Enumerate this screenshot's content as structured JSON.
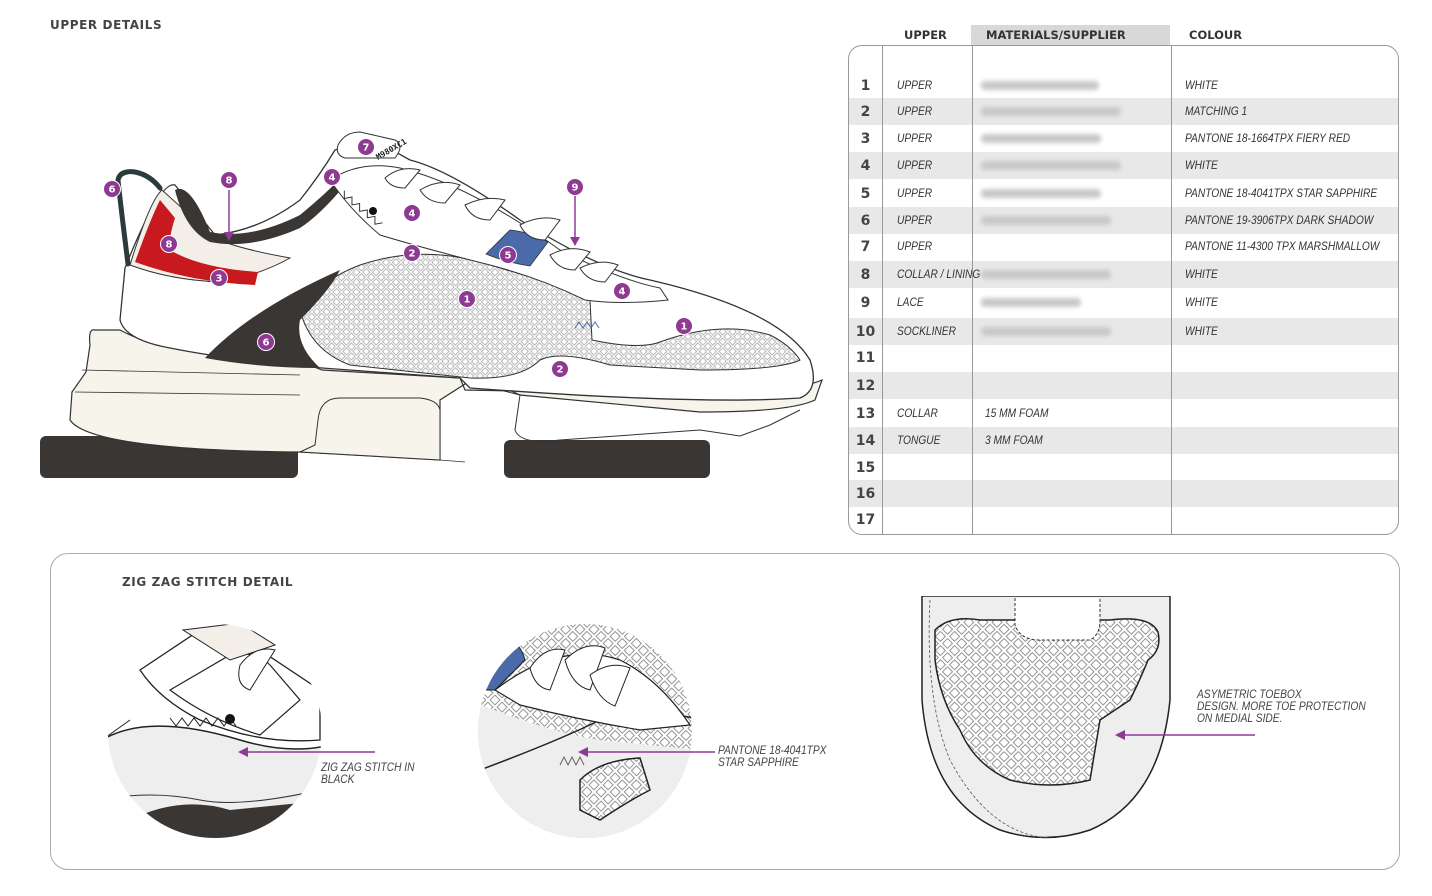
{
  "upper_title": "UPPER DETAILS",
  "stitch_title": "ZIG ZAG STITCH DETAIL",
  "colors": {
    "accent": "#8e3a93",
    "red": "#c8191e",
    "blue": "#4a6aa9",
    "dark": "#3a3634",
    "cream": "#f7f4ec",
    "mesh": "#eeeeee"
  },
  "table": {
    "headers": {
      "upper": "UPPER",
      "materials": "MATERIALS/SUPPLIER",
      "colour": "COLOUR"
    },
    "rows": [
      {
        "num": "1",
        "part": "UPPER",
        "material": "",
        "colour": "WHITE",
        "redacted": true
      },
      {
        "num": "2",
        "part": "UPPER",
        "material": "",
        "colour": "MATCHING 1",
        "redacted": true
      },
      {
        "num": "3",
        "part": "UPPER",
        "material": "",
        "colour": "PANTONE 18-1664TPX FIERY RED",
        "redacted": true
      },
      {
        "num": "4",
        "part": "UPPER",
        "material": "",
        "colour": "WHITE",
        "redacted": true
      },
      {
        "num": "5",
        "part": "UPPER",
        "material": "",
        "colour": "PANTONE 18-4041TPX STAR SAPPHIRE",
        "redacted": true
      },
      {
        "num": "6",
        "part": "UPPER",
        "material": "",
        "colour": "PANTONE 19-3906TPX DARK SHADOW",
        "redacted": true
      },
      {
        "num": "7",
        "part": "UPPER",
        "material": "",
        "colour": "PANTONE 11-4300 TPX MARSHMALLOW",
        "redacted": false
      },
      {
        "num": "8",
        "part": "COLLAR / LINING",
        "material": "",
        "colour": "WHITE",
        "redacted": true
      },
      {
        "num": "9",
        "part": "LACE",
        "material": "",
        "colour": "WHITE",
        "redacted": true
      },
      {
        "num": "10",
        "part": "SOCKLINER",
        "material": "",
        "colour": "WHITE",
        "redacted": true
      },
      {
        "num": "11",
        "part": "",
        "material": "",
        "colour": "",
        "redacted": false
      },
      {
        "num": "12",
        "part": "",
        "material": "",
        "colour": "",
        "redacted": false
      },
      {
        "num": "13",
        "part": "COLLAR",
        "material": "15 MM FOAM",
        "colour": "",
        "redacted": false
      },
      {
        "num": "14",
        "part": "TONGUE",
        "material": "3 MM FOAM",
        "colour": "",
        "redacted": false
      },
      {
        "num": "15",
        "part": "",
        "material": "",
        "colour": "",
        "redacted": false
      },
      {
        "num": "16",
        "part": "",
        "material": "",
        "colour": "",
        "redacted": false
      },
      {
        "num": "17",
        "part": "",
        "material": "",
        "colour": "",
        "redacted": false
      }
    ]
  },
  "callouts": [
    "1",
    "1",
    "2",
    "2",
    "3",
    "4",
    "4",
    "4",
    "5",
    "6",
    "6",
    "7",
    "8",
    "8",
    "9"
  ],
  "heel_tab_code": "M980XC1",
  "notes": {
    "stitch_black": [
      "ZIG ZAG STITCH IN",
      "BLACK"
    ],
    "stitch_blue": [
      "PANTONE 18-4041TPX",
      "STAR SAPPHIRE"
    ],
    "toebox": [
      "ASYMETRIC TOEBOX",
      "DESIGN. MORE TOE PROTECTION",
      "ON MEDIAL SIDE."
    ]
  }
}
